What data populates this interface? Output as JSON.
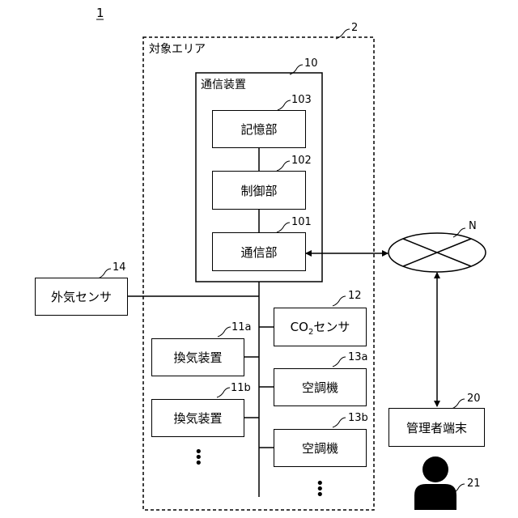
{
  "figure_number": "1",
  "target_area": {
    "title": "対象エリア",
    "ref": "2"
  },
  "comm_device": {
    "title": "通信装置",
    "ref": "10"
  },
  "storage": {
    "label": "記憶部",
    "ref": "103"
  },
  "control": {
    "label": "制御部",
    "ref": "102"
  },
  "comm_unit": {
    "label": "通信部",
    "ref": "101"
  },
  "outside_sensor": {
    "label": "外気センサ",
    "ref": "14"
  },
  "co2_sensor": {
    "label_prefix": "CO",
    "label_sub": "2",
    "label_suffix": "センサ",
    "ref": "12"
  },
  "ventilator_a": {
    "label": "換気装置",
    "ref": "11a"
  },
  "aircon_a": {
    "label": "空調機",
    "ref": "13a"
  },
  "ventilator_b": {
    "label": "換気装置",
    "ref": "11b"
  },
  "aircon_b": {
    "label": "空調機",
    "ref": "13b"
  },
  "network": {
    "ref": "N"
  },
  "admin_terminal": {
    "label": "管理者端末",
    "ref": "20"
  },
  "admin_user": {
    "ref": "21"
  },
  "ellipsis": "⋮"
}
